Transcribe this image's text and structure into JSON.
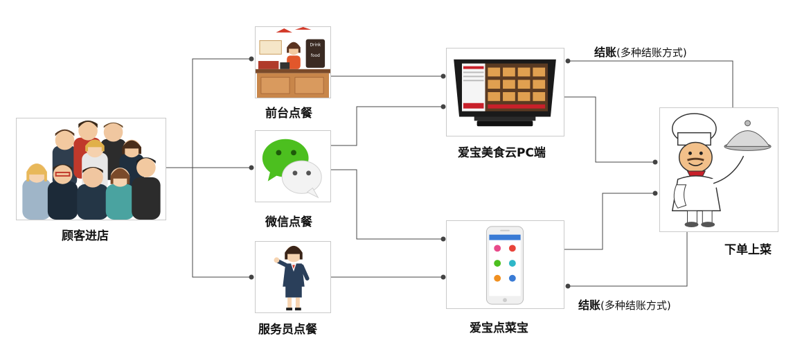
{
  "nodes": {
    "customers": {
      "label": "顾客进店"
    },
    "front_desk": {
      "label": "前台点餐",
      "menu_sign": [
        "Drink",
        "food"
      ]
    },
    "wechat": {
      "label": "微信点餐"
    },
    "waiter": {
      "label": "服务员点餐"
    },
    "pc": {
      "label": "爱宝美食云PC端"
    },
    "mobile": {
      "label": "爱宝点菜宝"
    },
    "kitchen": {
      "label": "下单上菜"
    }
  },
  "notes": {
    "checkout_top": {
      "strong": "结账",
      "detail": "(多种结账方式)"
    },
    "checkout_bottom": {
      "strong": "结账",
      "detail": "(多种结账方式)"
    }
  },
  "colors": {
    "line": "#333333",
    "wechat_green": "#4cbf1f",
    "terminal_red": "#c8202a"
  }
}
